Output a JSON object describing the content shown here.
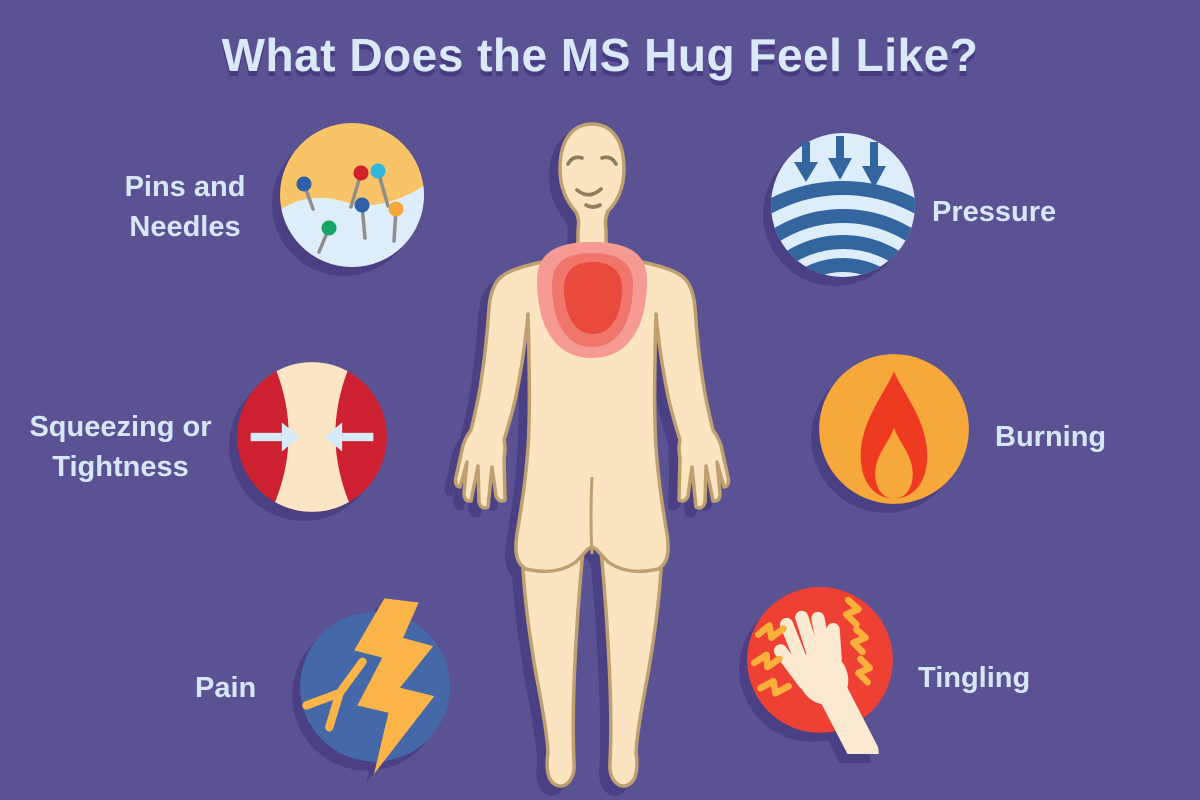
{
  "title": "What Does the MS Hug Feel Like?",
  "symptoms": [
    {
      "id": "pins-and-needles",
      "label": "Pins and Needles",
      "icon": "pins-in-skin-icon",
      "position": "top-left"
    },
    {
      "id": "pressure",
      "label": "Pressure",
      "icon": "downward-arrows-pressure-icon",
      "position": "top-right"
    },
    {
      "id": "squeezing-or-tightness",
      "label": "Squeezing or Tightness",
      "icon": "inward-arrows-squeeze-icon",
      "position": "middle-left"
    },
    {
      "id": "burning",
      "label": "Burning",
      "icon": "flame-icon",
      "position": "middle-right"
    },
    {
      "id": "pain",
      "label": "Pain",
      "icon": "lightning-bolt-icon",
      "position": "bottom-left"
    },
    {
      "id": "tingling",
      "label": "Tingling",
      "icon": "tingling-hand-icon",
      "position": "bottom-right"
    }
  ],
  "figure": {
    "type": "sad-human-figure-front-view",
    "highlight": "red radiating area over chest and upper torso"
  },
  "colors": {
    "background": "#5b5294",
    "title_text": "#d9e9f8",
    "label_text": "#d6e7f7",
    "shadow": "#4a4083",
    "skin": "#fbe4c0",
    "skin_outline": "#bfa071",
    "face_line": "#8e7f5f",
    "chest_outer": "#f59b93",
    "chest_mid": "#f0756a",
    "chest_inner": "#e94a3d",
    "pins_top": "#f9c368",
    "pins_bottom": "#ddeefa",
    "pin_stem": "#8f8d8d",
    "pin_heads": [
      "#2f5fa8",
      "#cf2129",
      "#2fb8dc",
      "#2f5fa8",
      "#17a567",
      "#f5a93b"
    ],
    "pressure_bg": "#ddeefa",
    "pressure_ink": "#33659e",
    "squeeze_bg": "#cd2030",
    "squeeze_gap": "#fbe5c5",
    "squeeze_arrow": "#d7ecfa",
    "burn_bg": "#f6a83b",
    "burn_flame": "#ee3a21",
    "pain_bg": "#4568a9",
    "pain_bolt": "#fbb448",
    "tingle_bg": "#ee4134",
    "tingle_hand": "#fce9d2",
    "tingle_spark": "#fbb03c"
  }
}
